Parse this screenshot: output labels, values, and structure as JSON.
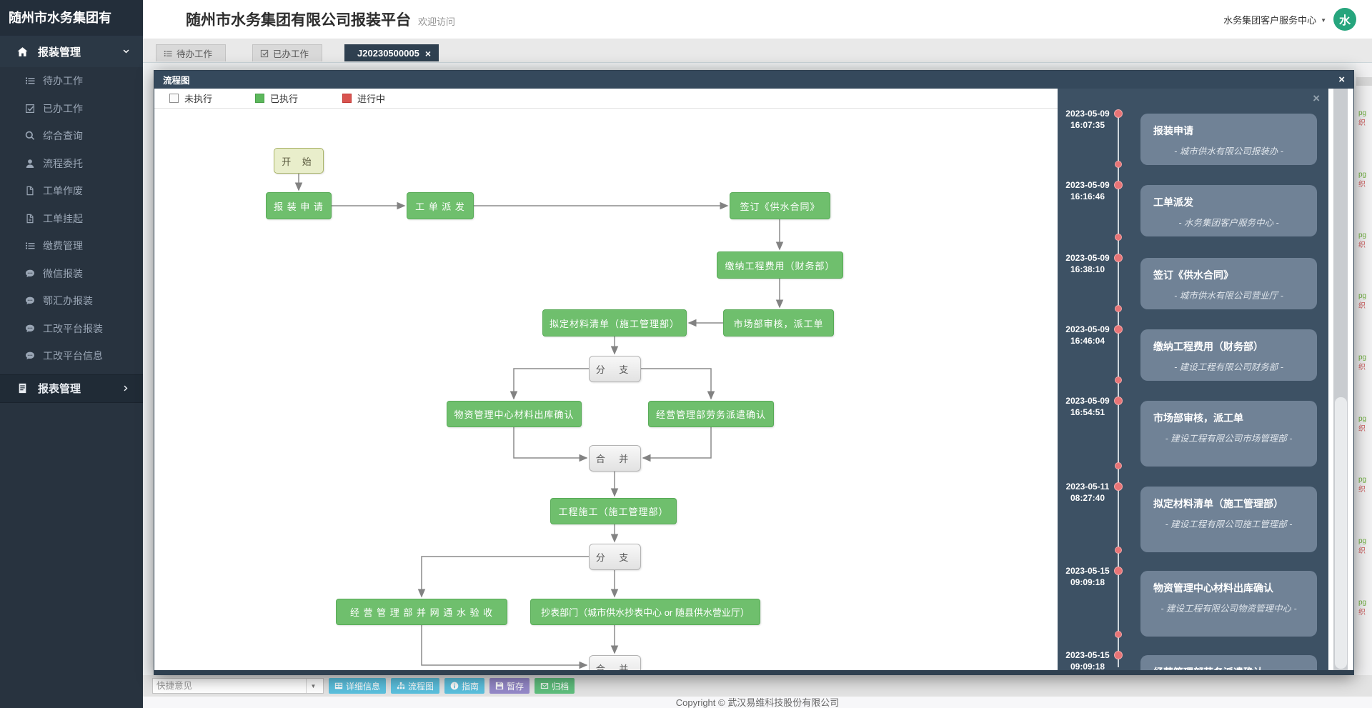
{
  "colors": {
    "sidebar_bg": "#28333f",
    "header_dark": "#2f4050",
    "modal_header": "#35495c",
    "node_green": "#6fbf6d",
    "node_start": "#e9eecb",
    "legend_done": "#5cb85c",
    "legend_running": "#d9534f",
    "avatar_bg": "#26a57d",
    "btn_info_blue": "#5bc0de",
    "btn_save_purple": "#9589c9",
    "btn_archive_green": "#5fbe7d",
    "timeline_panel": "#3d5164",
    "timeline_dot": "#e87476"
  },
  "sidebar": {
    "logo": "随州市水务集团有",
    "section_label": "报装管理",
    "items": [
      {
        "label": "待办工作"
      },
      {
        "label": "已办工作"
      },
      {
        "label": "综合查询"
      },
      {
        "label": "流程委托"
      },
      {
        "label": "工单作废"
      },
      {
        "label": "工单挂起"
      },
      {
        "label": "缴费管理"
      },
      {
        "label": "微信报装"
      },
      {
        "label": "鄂汇办报装"
      },
      {
        "label": "工改平台报装"
      },
      {
        "label": "工改平台信息"
      }
    ],
    "report_label": "报表管理"
  },
  "header": {
    "title": "随州市水务集团有限公司报装平台",
    "welcome": "欢迎访问",
    "user_name": "水务集团客户服务中心",
    "avatar_text": "水"
  },
  "tabs": [
    {
      "label": "待办工作"
    },
    {
      "label": "已办工作"
    },
    {
      "label": "J20230500005",
      "close": "×"
    }
  ],
  "modal": {
    "title": "流程图",
    "close": "×",
    "legend": [
      {
        "label": "未执行"
      },
      {
        "label": "已执行"
      },
      {
        "label": "进行中"
      }
    ]
  },
  "flow": {
    "nodes": [
      {
        "label": "开 始"
      },
      {
        "label": "报 装 申 请"
      },
      {
        "label": "工 单 派 发"
      },
      {
        "label": "签订《供水合同》"
      },
      {
        "label": "缴纳工程费用（财务部）"
      },
      {
        "label": "拟定材料清单（施工管理部）"
      },
      {
        "label": "市场部审核，派工单"
      },
      {
        "label": "分 支"
      },
      {
        "label": "物资管理中心材料出库确认"
      },
      {
        "label": "经营管理部劳务派遣确认"
      },
      {
        "label": "合 并"
      },
      {
        "label": "工程施工（施工管理部）"
      },
      {
        "label": "分 支"
      },
      {
        "label": "经 营 管 理 部 并 网 通 水 验 收"
      },
      {
        "label": "抄表部门（城市供水抄表中心 or 随县供水营业厅）"
      },
      {
        "label": "合 并"
      }
    ]
  },
  "timeline": {
    "entries": [
      {
        "date": "2023-05-09",
        "time": "16:07:35",
        "title": "报装申请",
        "org": "- 城市供水有限公司报装办 -"
      },
      {
        "date": "2023-05-09",
        "time": "16:16:46",
        "title": "工单派发",
        "org": "- 水务集团客户服务中心 -"
      },
      {
        "date": "2023-05-09",
        "time": "16:38:10",
        "title": "签订《供水合同》",
        "org": "- 城市供水有限公司营业厅 -"
      },
      {
        "date": "2023-05-09",
        "time": "16:46:04",
        "title": "缴纳工程费用（财务部）",
        "org": "- 建设工程有限公司财务部 -"
      },
      {
        "date": "2023-05-09",
        "time": "16:54:51",
        "title": "市场部审核，派工单",
        "org": "- 建设工程有限公司市场管理部 -"
      },
      {
        "date": "2023-05-11",
        "time": "08:27:40",
        "title": "拟定材料清单（施工管理部）",
        "org": "- 建设工程有限公司施工管理部 -"
      },
      {
        "date": "2023-05-15",
        "time": "09:09:18",
        "title": "物资管理中心材料出库确认",
        "org": "- 建设工程有限公司物资管理中心 -"
      },
      {
        "date": "2023-05-15",
        "time": "09:09:18",
        "title": "经营管理部劳务派遣确认",
        "org": ""
      }
    ]
  },
  "footer": {
    "quick_opinion_placeholder": "快捷意见",
    "buttons": [
      {
        "label": "详细信息"
      },
      {
        "label": "流程图"
      },
      {
        "label": "指南"
      },
      {
        "label": "暂存"
      },
      {
        "label": "归档"
      }
    ],
    "copyright": "Copyright © 武汉易维科技股份有限公司"
  },
  "edge_strip": {
    "link_text": "pg",
    "tag_text": "织"
  }
}
